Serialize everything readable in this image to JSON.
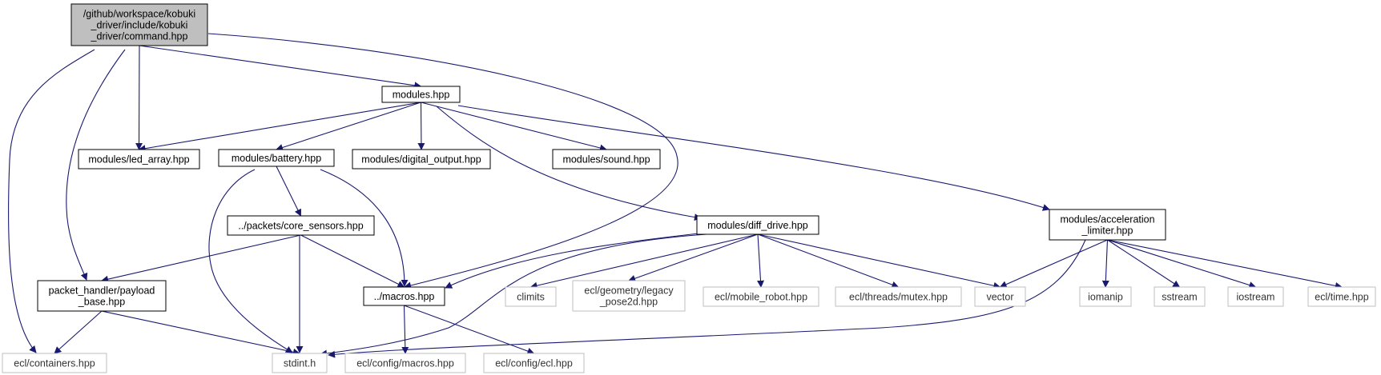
{
  "colors": {
    "edge": "#191970",
    "node_border_internal": "#000000",
    "node_border_external": "#bfbfbf",
    "root_fill": "#bfbfbf",
    "node_fill": "#ffffff"
  },
  "nodes": [
    {
      "id": "command",
      "lines": [
        "/github/workspace/kobuki",
        "_driver/include/kobuki",
        "_driver/command.hpp"
      ],
      "kind": "root"
    },
    {
      "id": "modules",
      "lines": [
        "modules.hpp"
      ],
      "kind": "internal"
    },
    {
      "id": "led_array",
      "lines": [
        "modules/led_array.hpp"
      ],
      "kind": "internal"
    },
    {
      "id": "battery",
      "lines": [
        "modules/battery.hpp"
      ],
      "kind": "internal"
    },
    {
      "id": "digital_output",
      "lines": [
        "modules/digital_output.hpp"
      ],
      "kind": "internal"
    },
    {
      "id": "sound",
      "lines": [
        "modules/sound.hpp"
      ],
      "kind": "internal"
    },
    {
      "id": "diff_drive",
      "lines": [
        "modules/diff_drive.hpp"
      ],
      "kind": "internal"
    },
    {
      "id": "acceleration_limiter",
      "lines": [
        "modules/acceleration",
        "_limiter.hpp"
      ],
      "kind": "internal"
    },
    {
      "id": "core_sensors",
      "lines": [
        "../packets/core_sensors.hpp"
      ],
      "kind": "internal"
    },
    {
      "id": "payload_base",
      "lines": [
        "packet_handler/payload",
        "_base.hpp"
      ],
      "kind": "internal"
    },
    {
      "id": "macros",
      "lines": [
        "../macros.hpp"
      ],
      "kind": "internal"
    },
    {
      "id": "climits",
      "lines": [
        "climits"
      ],
      "kind": "external"
    },
    {
      "id": "legacy_pose2d",
      "lines": [
        "ecl/geometry/legacy",
        "_pose2d.hpp"
      ],
      "kind": "external"
    },
    {
      "id": "mobile_robot",
      "lines": [
        "ecl/mobile_robot.hpp"
      ],
      "kind": "external"
    },
    {
      "id": "mutex",
      "lines": [
        "ecl/threads/mutex.hpp"
      ],
      "kind": "external"
    },
    {
      "id": "vector",
      "lines": [
        "vector"
      ],
      "kind": "external"
    },
    {
      "id": "iomanip",
      "lines": [
        "iomanip"
      ],
      "kind": "external"
    },
    {
      "id": "sstream",
      "lines": [
        "sstream"
      ],
      "kind": "external"
    },
    {
      "id": "iostream",
      "lines": [
        "iostream"
      ],
      "kind": "external"
    },
    {
      "id": "ecl_time",
      "lines": [
        "ecl/time.hpp"
      ],
      "kind": "external"
    },
    {
      "id": "containers",
      "lines": [
        "ecl/containers.hpp"
      ],
      "kind": "external"
    },
    {
      "id": "stdint",
      "lines": [
        "stdint.h"
      ],
      "kind": "external"
    },
    {
      "id": "config_macros",
      "lines": [
        "ecl/config/macros.hpp"
      ],
      "kind": "external"
    },
    {
      "id": "config_ecl",
      "lines": [
        "ecl/config/ecl.hpp"
      ],
      "kind": "external"
    }
  ],
  "edges": [
    {
      "from": "command",
      "to": "modules"
    },
    {
      "from": "command",
      "to": "led_array"
    },
    {
      "from": "command",
      "to": "macros"
    },
    {
      "from": "command",
      "to": "payload_base"
    },
    {
      "from": "command",
      "to": "containers"
    },
    {
      "from": "modules",
      "to": "led_array"
    },
    {
      "from": "modules",
      "to": "battery"
    },
    {
      "from": "modules",
      "to": "digital_output"
    },
    {
      "from": "modules",
      "to": "sound"
    },
    {
      "from": "modules",
      "to": "diff_drive"
    },
    {
      "from": "modules",
      "to": "acceleration_limiter"
    },
    {
      "from": "battery",
      "to": "core_sensors"
    },
    {
      "from": "battery",
      "to": "macros"
    },
    {
      "from": "battery",
      "to": "stdint"
    },
    {
      "from": "core_sensors",
      "to": "payload_base"
    },
    {
      "from": "core_sensors",
      "to": "macros"
    },
    {
      "from": "core_sensors",
      "to": "stdint"
    },
    {
      "from": "payload_base",
      "to": "containers"
    },
    {
      "from": "payload_base",
      "to": "stdint"
    },
    {
      "from": "macros",
      "to": "config_macros"
    },
    {
      "from": "macros",
      "to": "config_ecl"
    },
    {
      "from": "diff_drive",
      "to": "macros"
    },
    {
      "from": "diff_drive",
      "to": "climits"
    },
    {
      "from": "diff_drive",
      "to": "legacy_pose2d"
    },
    {
      "from": "diff_drive",
      "to": "mobile_robot"
    },
    {
      "from": "diff_drive",
      "to": "mutex"
    },
    {
      "from": "diff_drive",
      "to": "vector"
    },
    {
      "from": "diff_drive",
      "to": "stdint"
    },
    {
      "from": "acceleration_limiter",
      "to": "vector"
    },
    {
      "from": "acceleration_limiter",
      "to": "iomanip"
    },
    {
      "from": "acceleration_limiter",
      "to": "sstream"
    },
    {
      "from": "acceleration_limiter",
      "to": "iostream"
    },
    {
      "from": "acceleration_limiter",
      "to": "ecl_time"
    },
    {
      "from": "acceleration_limiter",
      "to": "stdint"
    }
  ]
}
